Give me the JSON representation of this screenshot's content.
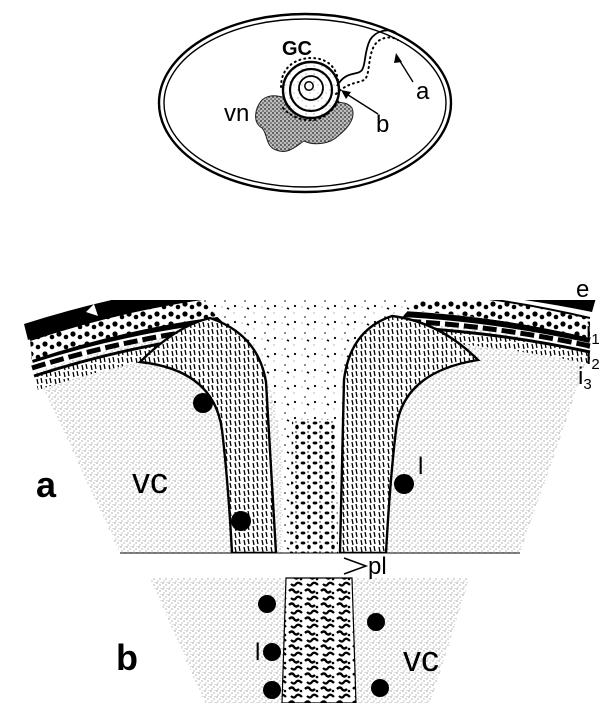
{
  "panel_labels": {
    "a": "a",
    "b": "b"
  },
  "inset": {
    "gc": "GC",
    "vn": "vn",
    "pointer_a": "a",
    "pointer_b": "b"
  },
  "layers": {
    "e": "e",
    "i1": "i",
    "i1_sub": "1",
    "i2": "i",
    "i2_sub": "2",
    "i3": "i",
    "i3_sub": "3"
  },
  "section_labels": {
    "vc_a": "vc",
    "vc_b": "vc",
    "l_a": "l",
    "l_b": "l",
    "pl": "pl"
  }
}
